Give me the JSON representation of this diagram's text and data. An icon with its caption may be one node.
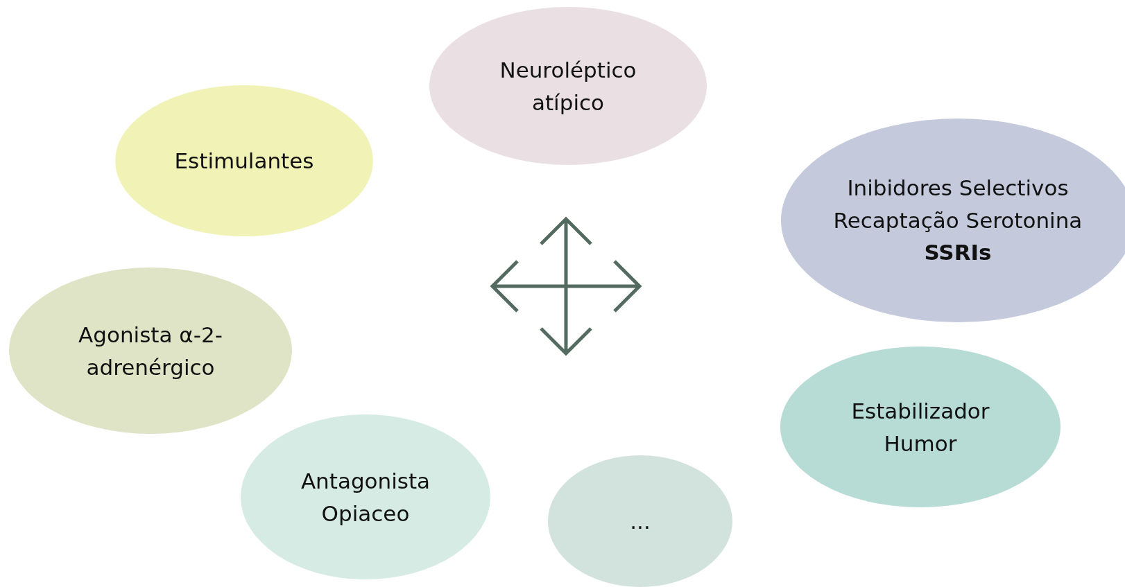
{
  "diagram": {
    "nodes": [
      {
        "text": [
          "Neuroléptico atípico"
        ]
      },
      {
        "text": [
          "Estimulantes"
        ]
      },
      {
        "text": [
          "Inibidores Selectivos Recaptação Serotonina **SSRIs**"
        ]
      },
      {
        "text": [
          "Agonista α-2-adrenérgico"
        ]
      },
      {
        "text": [
          "Estabilizador Humor"
        ]
      },
      {
        "text": [
          "Antagonista Opiaceo"
        ]
      },
      {
        "text": [
          "..."
        ]
      }
    ]
  }
}
